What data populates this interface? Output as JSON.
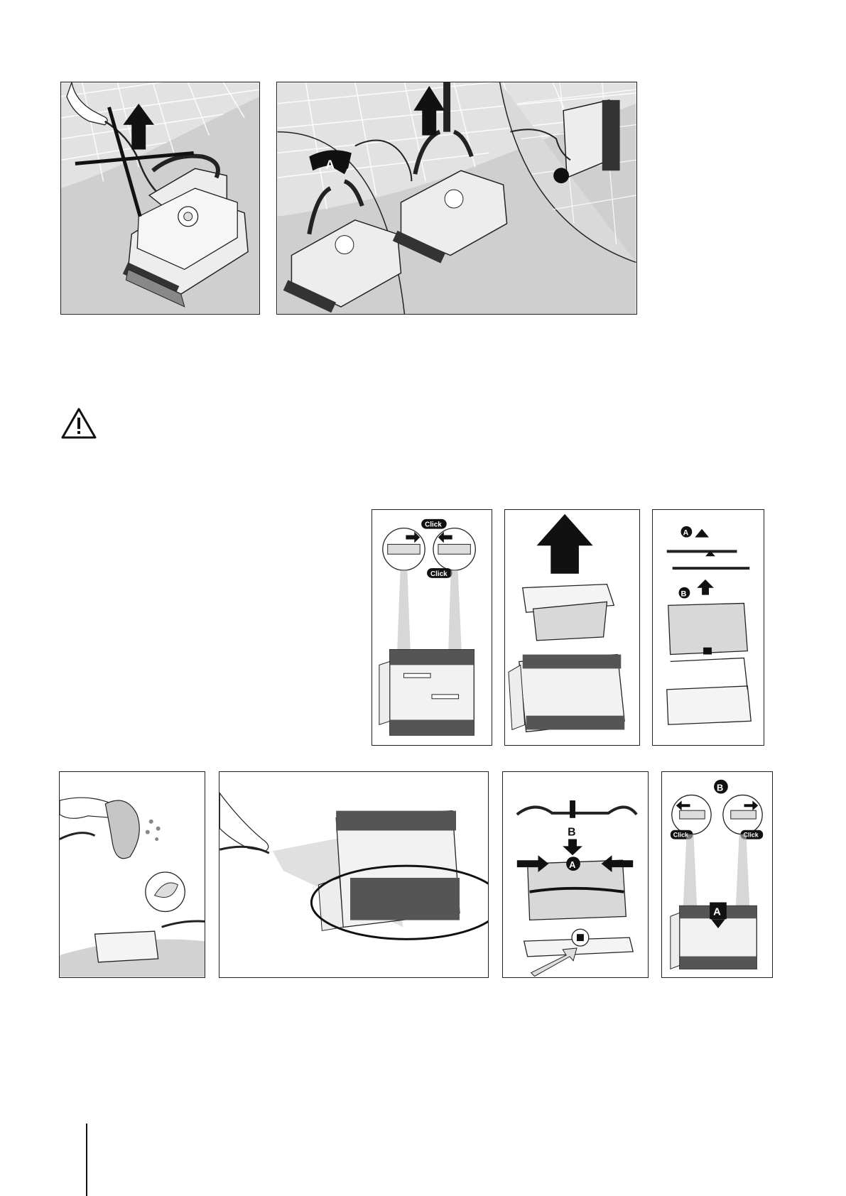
{
  "labels": {
    "a": "A",
    "b": "B",
    "click": "Click"
  },
  "icons": {
    "warning": "warning-triangle-icon",
    "lift_arrow": "up-arrow-icon",
    "push_arrow": "right-arrow-icon",
    "magnifier": "magnifier-circle-icon"
  },
  "colors": {
    "line": "#222222",
    "pool_floor": "#cfcfcf",
    "tile": "#e2e2e2",
    "robot_body": "#ededed",
    "shade": "#bdbdbd",
    "accent_black": "#111111"
  }
}
